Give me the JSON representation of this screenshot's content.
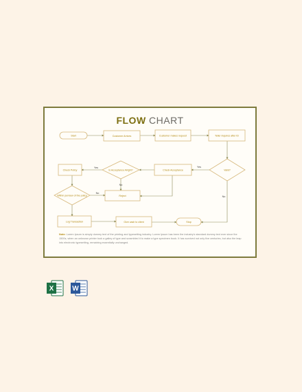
{
  "title": {
    "part1": "FLOW",
    "part2": " CHART"
  },
  "nodes": {
    "start": "Start",
    "customer_arrives": "Customer Arrives",
    "customer_makes_request": "Customer makes request",
    "teller_inquires_id": "Teller inquires after ID",
    "valid": "Valid?",
    "check_acceptance": "Check Acceptance",
    "is_acceptance_alright": "Is Acceptance Alright?",
    "check_policy": "Check Policy",
    "within_purview": "Within purview of the policy",
    "reject": "Reject",
    "log_transaction": "Log Transaction",
    "give_cash": "Give cash to client",
    "stop": "Stop"
  },
  "edge_labels": {
    "valid_yes": "Yes",
    "valid_no": "No",
    "acceptance_yes": "Yes",
    "acceptance_no": "No",
    "purview_no": "No"
  },
  "note": {
    "label": "Note:",
    "text": " Lorem Ipsum is simply dummy text of the printing and typesetting industry. Lorem Ipsum has been the industry's standard dummy text ever since the 1500s, when an unknown printer took a galley of type and scrambled it to make a type specimen book. It has survived not only five centuries, but also the leap into electronic typesetting, remaining essentially unchanged."
  },
  "icons": {
    "excel": {
      "letter": "X",
      "color": "#1e7145"
    },
    "word": {
      "letter": "W",
      "color": "#2b579a"
    }
  }
}
